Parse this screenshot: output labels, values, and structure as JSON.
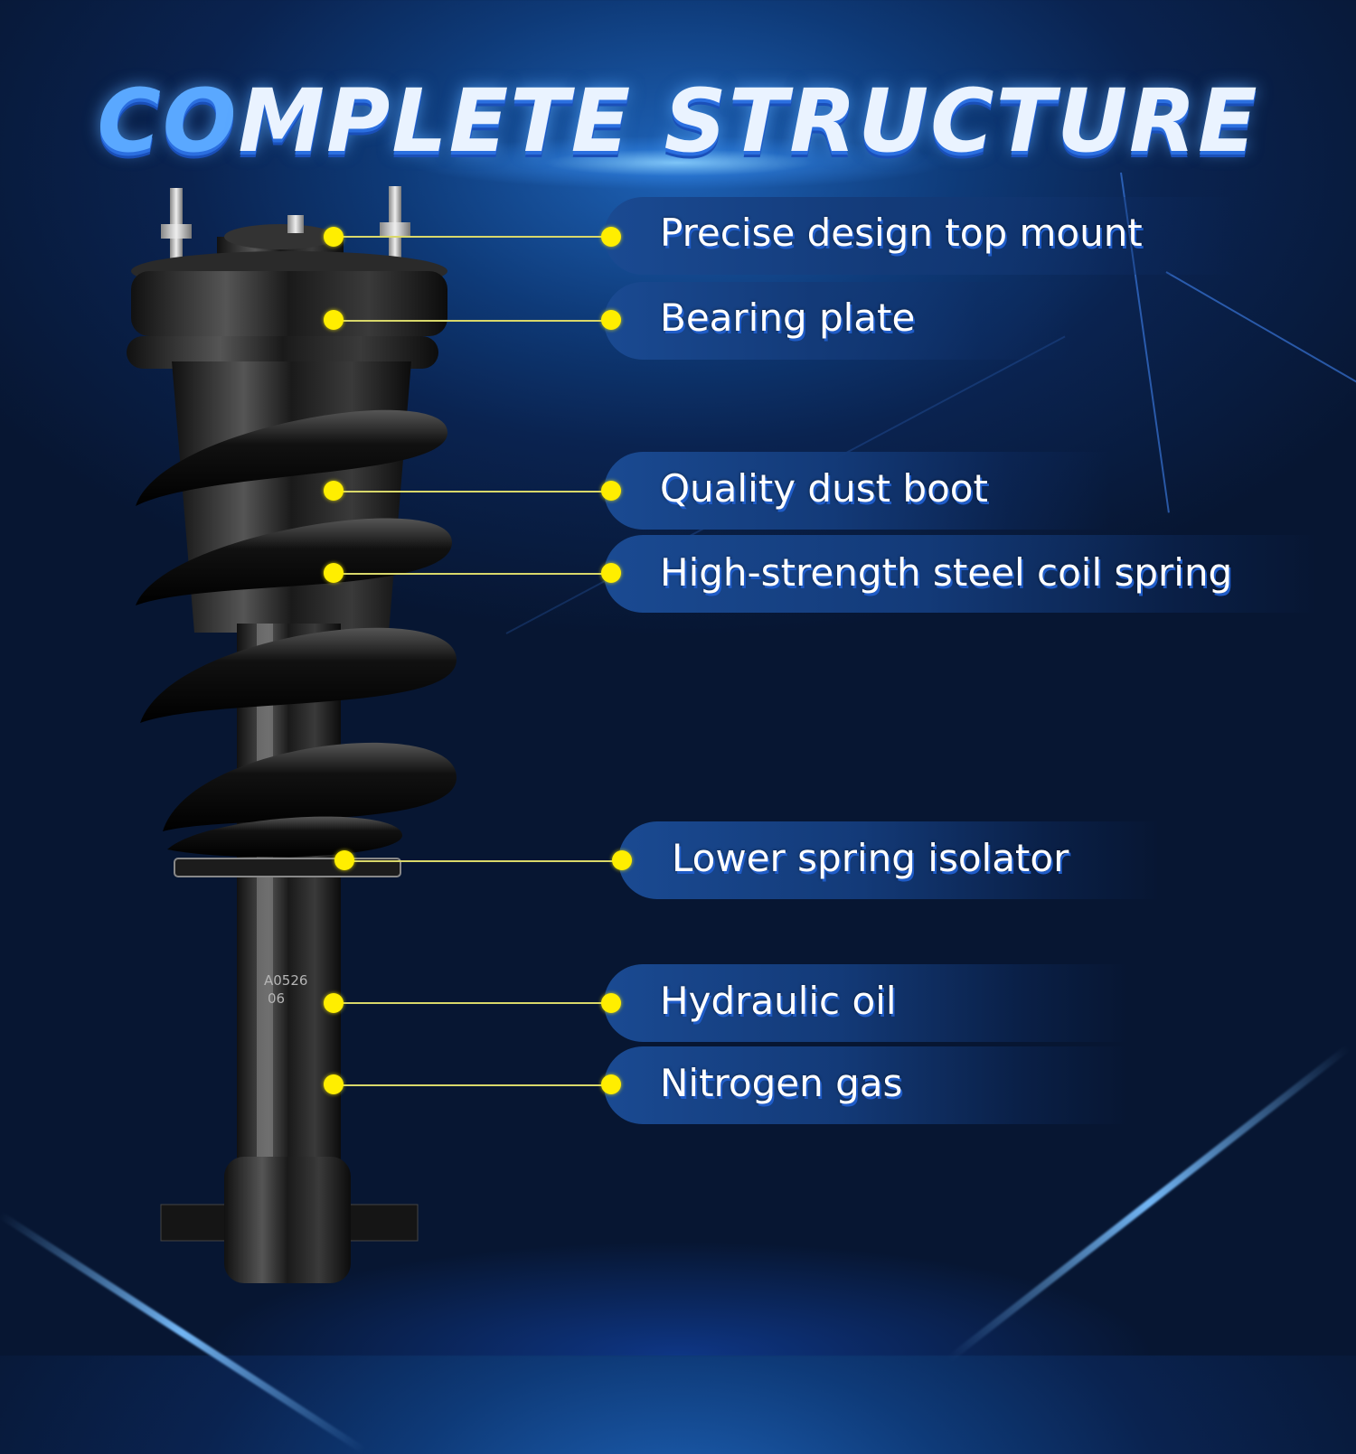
{
  "title": {
    "part1": "CO",
    "part2": "MPLETE STRUCTURE"
  },
  "product": {
    "name": "coil spring strut assembly",
    "stamp_line1": "A0526",
    "stamp_line2": "06"
  },
  "colors": {
    "accent_dot": "#ffee00",
    "leader_line": "#d9d86a",
    "pill": "#1a4a92",
    "label_text": "#ffffff",
    "label_shadow": "#1f5cc8",
    "background": "#0a2350"
  },
  "callouts": [
    {
      "label": "Precise design top mount"
    },
    {
      "label": "Bearing plate"
    },
    {
      "label": "Quality dust boot"
    },
    {
      "label": "High-strength steel coil spring"
    },
    {
      "label": "Lower spring isolator"
    },
    {
      "label": "Hydraulic oil"
    },
    {
      "label": "Nitrogen gas"
    }
  ]
}
